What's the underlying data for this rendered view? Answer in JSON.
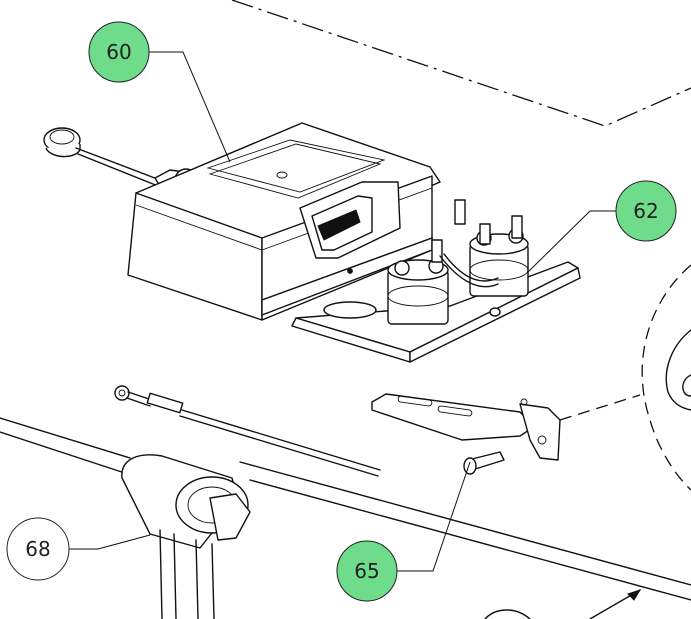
{
  "callouts": [
    {
      "id": "60",
      "label": "60",
      "color": "#6fdc8c"
    },
    {
      "id": "62",
      "label": "62",
      "color": "#6fdc8c"
    },
    {
      "id": "65",
      "label": "65",
      "color": "#6fdc8c"
    },
    {
      "id": "68",
      "label": "68",
      "color": "#ffffff"
    }
  ],
  "colors": {
    "line": "#111111",
    "background": "#ffffff",
    "highlight_callout": "#6fdc8c"
  }
}
